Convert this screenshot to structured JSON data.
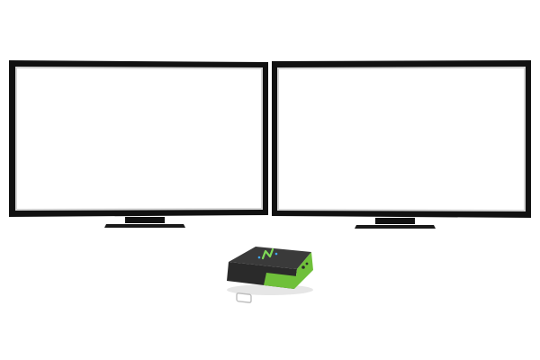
{
  "scene": {
    "background_color": "#ffffff"
  },
  "monitors": [
    {
      "id": "left",
      "bezel_color": "#111111",
      "screen_color": "#ffffff"
    },
    {
      "id": "right",
      "bezel_color": "#111111",
      "screen_color": "#ffffff"
    }
  ],
  "device": {
    "name_icon": "thin-client-device",
    "logo_icon": "n-logo-icon",
    "body_color": "#2f2f2f",
    "accent_color": "#6fc03a"
  }
}
